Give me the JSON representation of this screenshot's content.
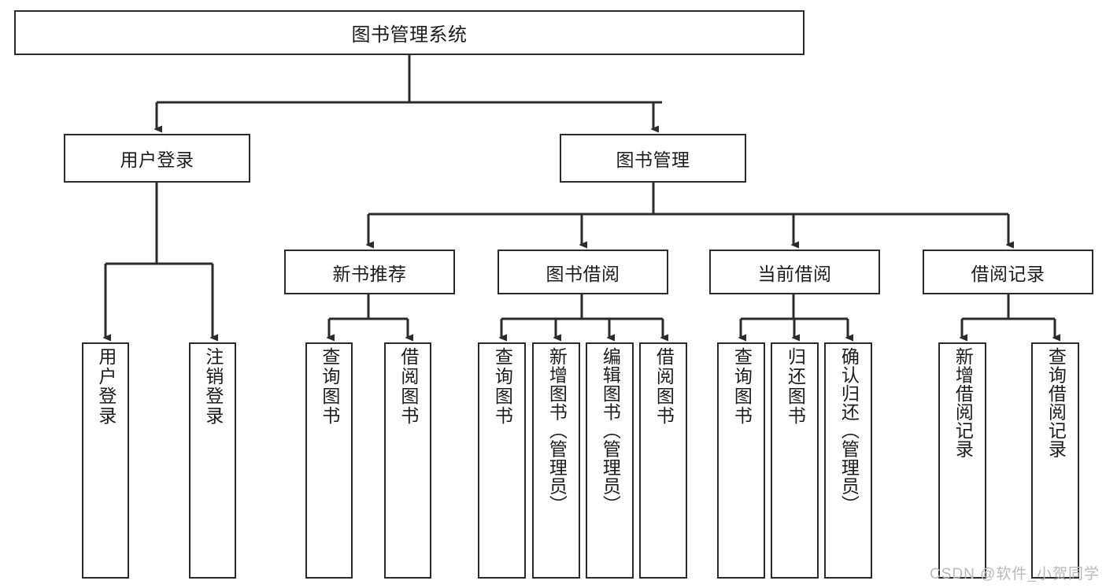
{
  "diagram": {
    "title": "图书管理系统",
    "type": "tree-hierarchy-diagram",
    "colors": {
      "stroke": "#2b2b2b",
      "fill": "#ffffff",
      "text": "#1b1b1b",
      "watermark": "#b9b9b9"
    },
    "root": {
      "label": "图书管理系统"
    },
    "level2": [
      {
        "label": "用户登录"
      },
      {
        "label": "图书管理"
      }
    ],
    "level3": [
      {
        "label": "新书推荐"
      },
      {
        "label": "图书借阅"
      },
      {
        "label": "当前借阅"
      },
      {
        "label": "借阅记录"
      }
    ],
    "leaves": {
      "user_login": [
        {
          "label": "用户登录"
        },
        {
          "label": "注销登录"
        }
      ],
      "new_book_recommend": [
        {
          "label": "查询图书"
        },
        {
          "label": "借阅图书"
        }
      ],
      "book_borrow": [
        {
          "label": "查询图书"
        },
        {
          "label": "新增图书（管理员）"
        },
        {
          "label": "编辑图书（管理员）"
        },
        {
          "label": "借阅图书"
        }
      ],
      "current_borrow": [
        {
          "label": "查询图书"
        },
        {
          "label": "归还图书"
        },
        {
          "label": "确认归还（管理员）"
        }
      ],
      "borrow_records": [
        {
          "label": "新增借阅记录"
        },
        {
          "label": "查询借阅记录"
        }
      ]
    },
    "watermark": "CSDN @软件_小贺同学"
  }
}
